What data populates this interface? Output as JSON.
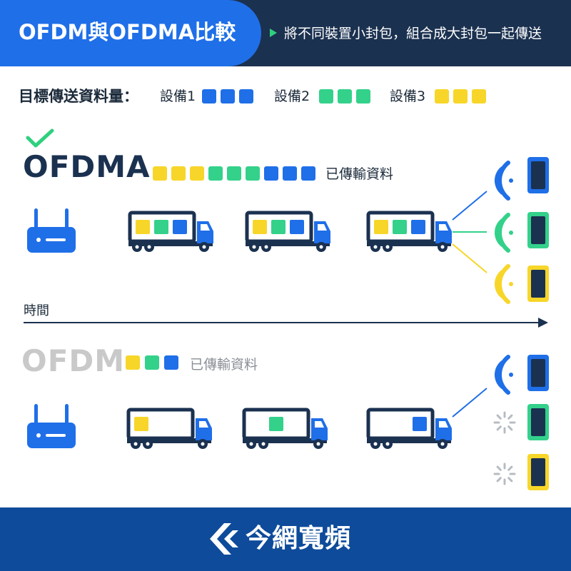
{
  "header": {
    "title": "OFDM與OFDMA比較",
    "subtitle": "將不同裝置小封包，組合成大封包一起傳送"
  },
  "target": {
    "label": "目標傳送資料量：",
    "devices": [
      {
        "label": "設備1",
        "color": "#1f6fe8"
      },
      {
        "label": "設備2",
        "color": "#33d18a"
      },
      {
        "label": "設備3",
        "color": "#f7d629"
      }
    ]
  },
  "ofdma": {
    "title": "OFDMA",
    "transferred_label": "已傳輸資料"
  },
  "time_label": "時間",
  "ofdm": {
    "title": "OFDM",
    "transferred_label": "已傳輸資料"
  },
  "footer": {
    "brand": "今網寬頻"
  },
  "colors": {
    "header_dark": "#1b3150",
    "header_blue": "#1f6fe8",
    "device1": "#1f6fe8",
    "device2": "#33d18a",
    "device3": "#f7d629",
    "check": "#2fd07e",
    "footer": "#0e4b9a"
  }
}
